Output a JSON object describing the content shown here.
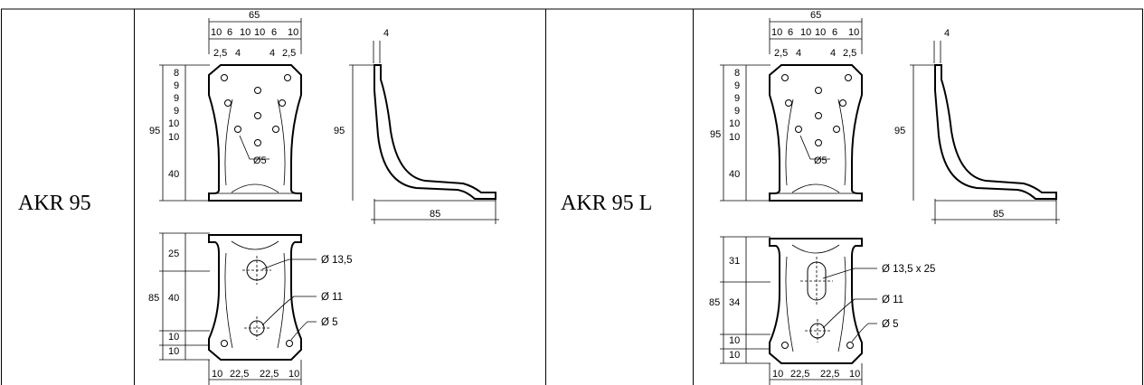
{
  "table": {
    "rows": [
      {
        "label": "AKR 95",
        "front": {
          "width": "65",
          "top_holes": [
            "10",
            "6",
            "10",
            "10",
            "6",
            "10"
          ],
          "top_offsets": [
            "2,5",
            "4",
            "4",
            "2,5"
          ],
          "left_rows": [
            "8",
            "9",
            "9",
            "9",
            "10",
            "10",
            "40"
          ],
          "height": "95",
          "hole_label": "Ø5"
        },
        "side": {
          "thickness": "4",
          "height": "95",
          "length": "85"
        },
        "base": {
          "left_segments": [
            "25",
            "40",
            "10",
            "10"
          ],
          "height": "85",
          "big_hole": "Ø 13,5",
          "mid_hole": "Ø 11",
          "small_hole": "Ø 5",
          "bottom_dims": [
            "10",
            "22,5",
            "22,5",
            "10"
          ]
        }
      },
      {
        "label": "AKR 95 L",
        "front": {
          "width": "65",
          "top_holes": [
            "10",
            "6",
            "10",
            "10",
            "6",
            "10"
          ],
          "top_offsets": [
            "2,5",
            "4",
            "4",
            "2,5"
          ],
          "left_rows": [
            "8",
            "9",
            "9",
            "9",
            "10",
            "10",
            "40"
          ],
          "height": "95",
          "hole_label": "Ø5"
        },
        "side": {
          "thickness": "4",
          "height": "95",
          "length": "85"
        },
        "base": {
          "left_segments": [
            "31",
            "34",
            "10",
            "10"
          ],
          "height": "85",
          "big_hole": "Ø 13,5 x 25",
          "mid_hole": "Ø 11",
          "small_hole": "Ø 5",
          "bottom_dims": [
            "10",
            "22,5",
            "22,5",
            "10"
          ]
        }
      }
    ]
  }
}
